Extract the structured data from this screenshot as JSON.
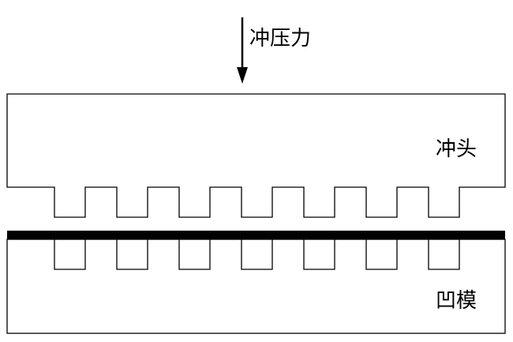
{
  "labels": {
    "force": "冲压力",
    "punch": "冲头",
    "die": "凹模"
  },
  "teeth_count": 7,
  "colors": {
    "outline": "#000000",
    "sheet": "#000000",
    "background": "#ffffff"
  }
}
